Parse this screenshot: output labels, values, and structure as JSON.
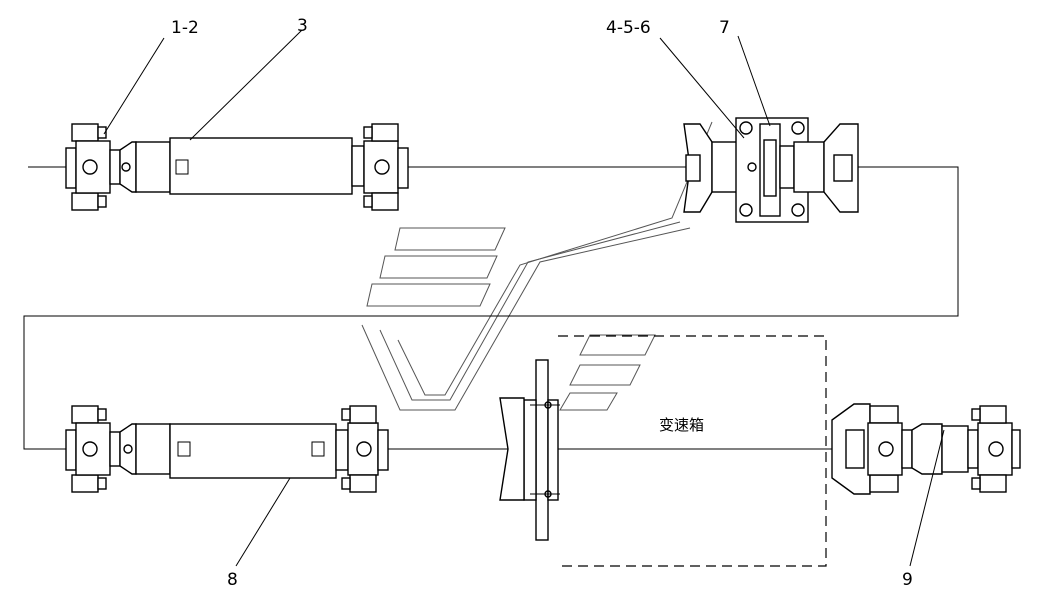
{
  "callouts": {
    "c1_2": "1-2",
    "c3": "3",
    "c4_5_6": "4-5-6",
    "c7": "7",
    "c8": "8",
    "c9": "9"
  },
  "gearbox": {
    "label": "变速箱"
  }
}
